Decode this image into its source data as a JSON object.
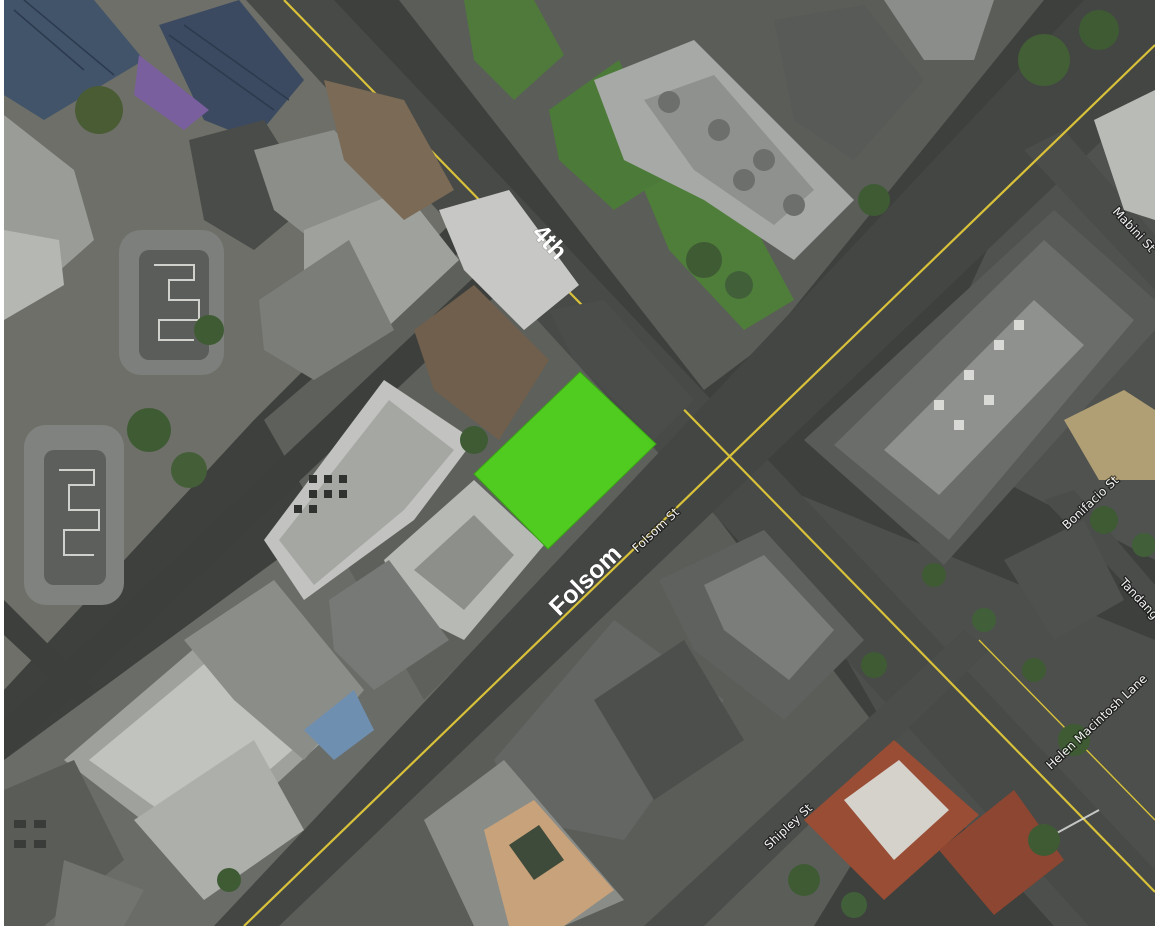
{
  "labels": {
    "fourth_major": "4th",
    "folsom_major": "Folsom"
  },
  "street_names": {
    "folsom_st": "Folsom St",
    "mabini_st": "Mabini St",
    "bonifacio_st": "Bonifacio St",
    "tandang": "Tandang",
    "helen_macintosh_lane": "Helen Macintosh Lane",
    "shipley_st": "Shipley St"
  },
  "colors": {
    "highlight_parcel": "#4fd11c",
    "centerline": "#d9c23a",
    "road": "#474a47",
    "roof_light": "#a7aaa8",
    "roof_dark": "#5c5f5c",
    "tree": "#3f5b34",
    "brick_roof": "#9a4d35"
  }
}
